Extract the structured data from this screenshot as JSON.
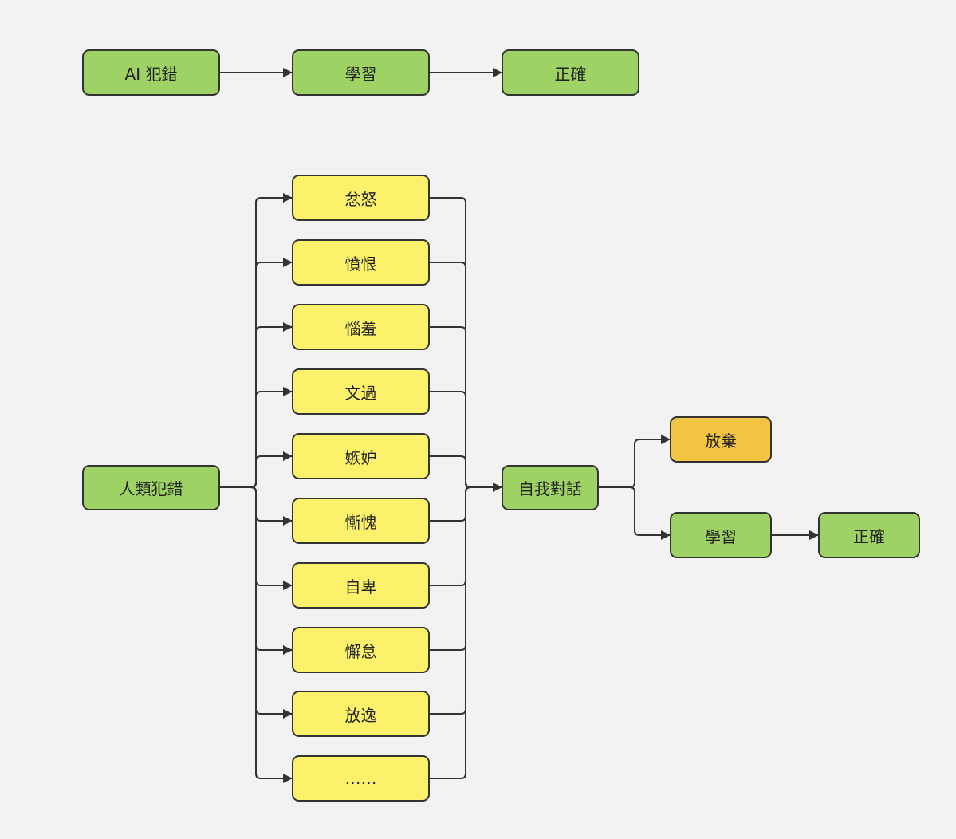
{
  "colors": {
    "green": "#9ed264",
    "yellow": "#fcf16b",
    "orange": "#f2c444",
    "stroke": "#333333",
    "background": "#f2f2f2"
  },
  "top_flow": {
    "ai_mistake": "AI 犯錯",
    "learn": "學習",
    "correct": "正確"
  },
  "human_flow": {
    "human_mistake": "人類犯錯",
    "emotions": [
      "忿怒",
      "憤恨",
      "惱羞",
      "文過",
      "嫉妒",
      "慚愧",
      "自卑",
      "懈怠",
      "放逸",
      "……"
    ],
    "self_talk": "自我對話",
    "give_up": "放棄",
    "learn": "學習",
    "correct": "正確"
  }
}
